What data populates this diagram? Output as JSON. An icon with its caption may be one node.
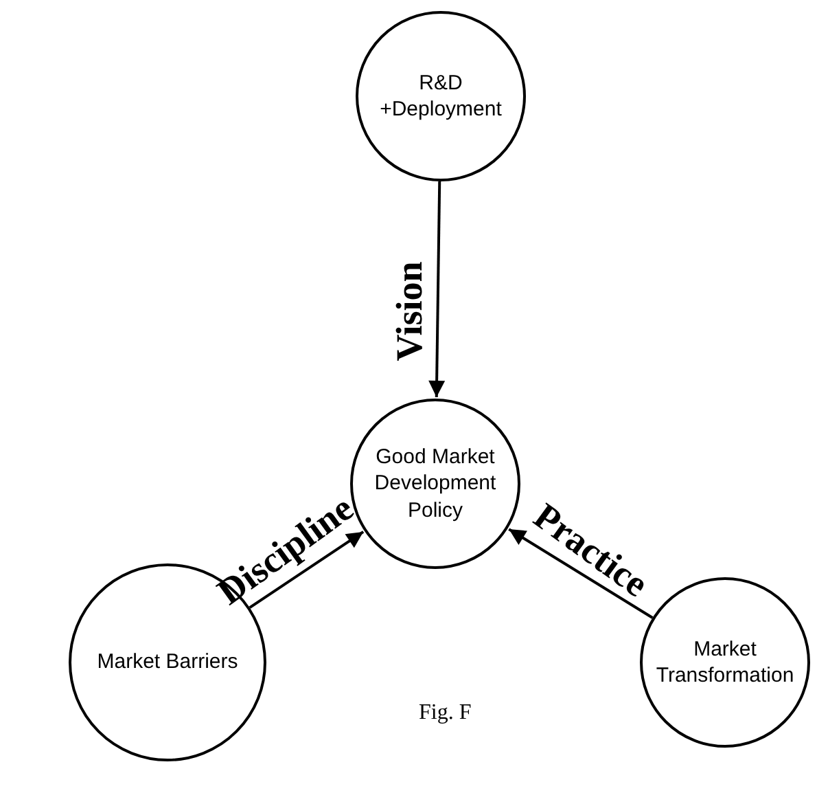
{
  "diagram": {
    "caption": "Fig. F",
    "nodes": [
      {
        "text": [
          "R&D +Deployment"
        ]
      },
      {
        "text": [
          "Good Market Development Policy"
        ]
      },
      {
        "text": [
          "Market Barriers"
        ]
      },
      {
        "text": [
          "Market Transformation"
        ]
      }
    ],
    "edges": [
      {
        "from": 0,
        "to": 1,
        "arrow": "to",
        "label": "Vision"
      },
      {
        "from": 2,
        "to": 1,
        "arrow": "to",
        "label": "Discipline"
      },
      {
        "from": 3,
        "to": 1,
        "arrow": "to",
        "label": "Practice"
      }
    ]
  }
}
